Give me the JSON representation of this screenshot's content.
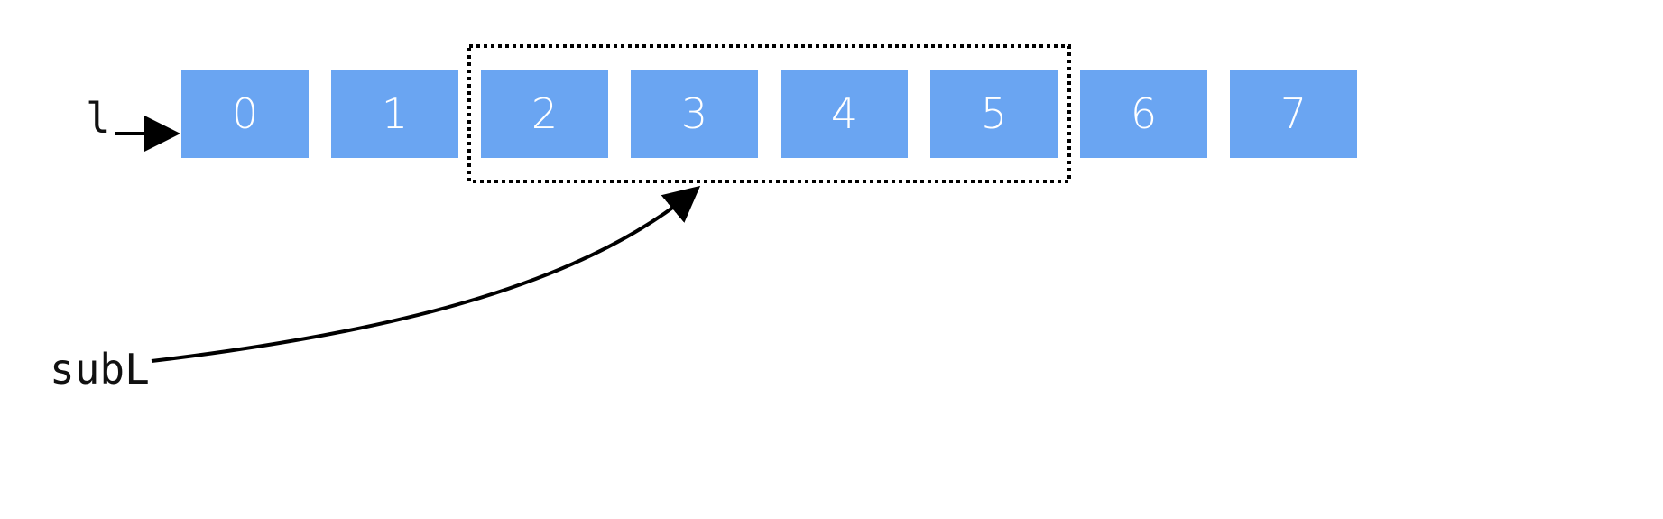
{
  "list": {
    "label": "l",
    "cells": [
      "0",
      "1",
      "2",
      "3",
      "4",
      "5",
      "6",
      "7"
    ],
    "cell_color": "#6aa5f2",
    "text_color": "#ffffff"
  },
  "sublist": {
    "label": "subL",
    "start_index": 2,
    "end_index": 5
  },
  "colors": {
    "arrow": "#000000",
    "background": "#ffffff"
  }
}
